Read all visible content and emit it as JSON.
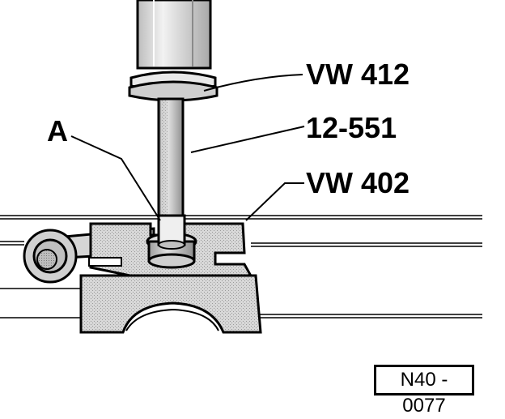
{
  "callouts": {
    "vw412": "VW 412",
    "tool_12551": "12-551",
    "vw402": "VW 402",
    "a": "A"
  },
  "figure_ref": "N40 - 0077",
  "colors": {
    "ink": "#000000",
    "metal_light": "#e6e6e6",
    "metal_mid": "#c8c8c8",
    "metal_dark": "#9a9a9a",
    "background": "#ffffff"
  }
}
